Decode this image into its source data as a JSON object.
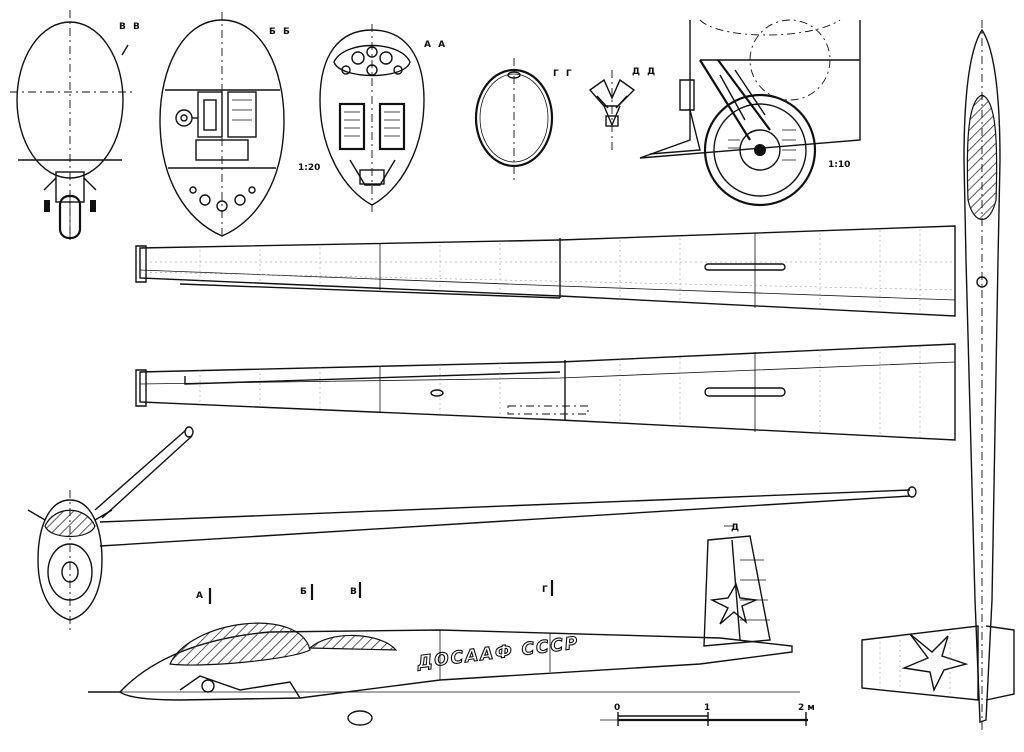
{
  "sections": {
    "vv": "В В",
    "bb": "Б Б",
    "aa": "А А",
    "gg": "Г Г",
    "dd": "Д Д"
  },
  "scales": {
    "sections_scale": "1:20",
    "gear_scale": "1:10"
  },
  "side_view": {
    "marker_a": "А",
    "marker_b": "Б",
    "marker_v": "В",
    "marker_g": "Г",
    "marker_d": "Д",
    "fuselage_inscription": "ДОСААФ СССР"
  },
  "scale_bar": {
    "tick_0": "0",
    "tick_1": "1",
    "tick_2": "2 м"
  }
}
